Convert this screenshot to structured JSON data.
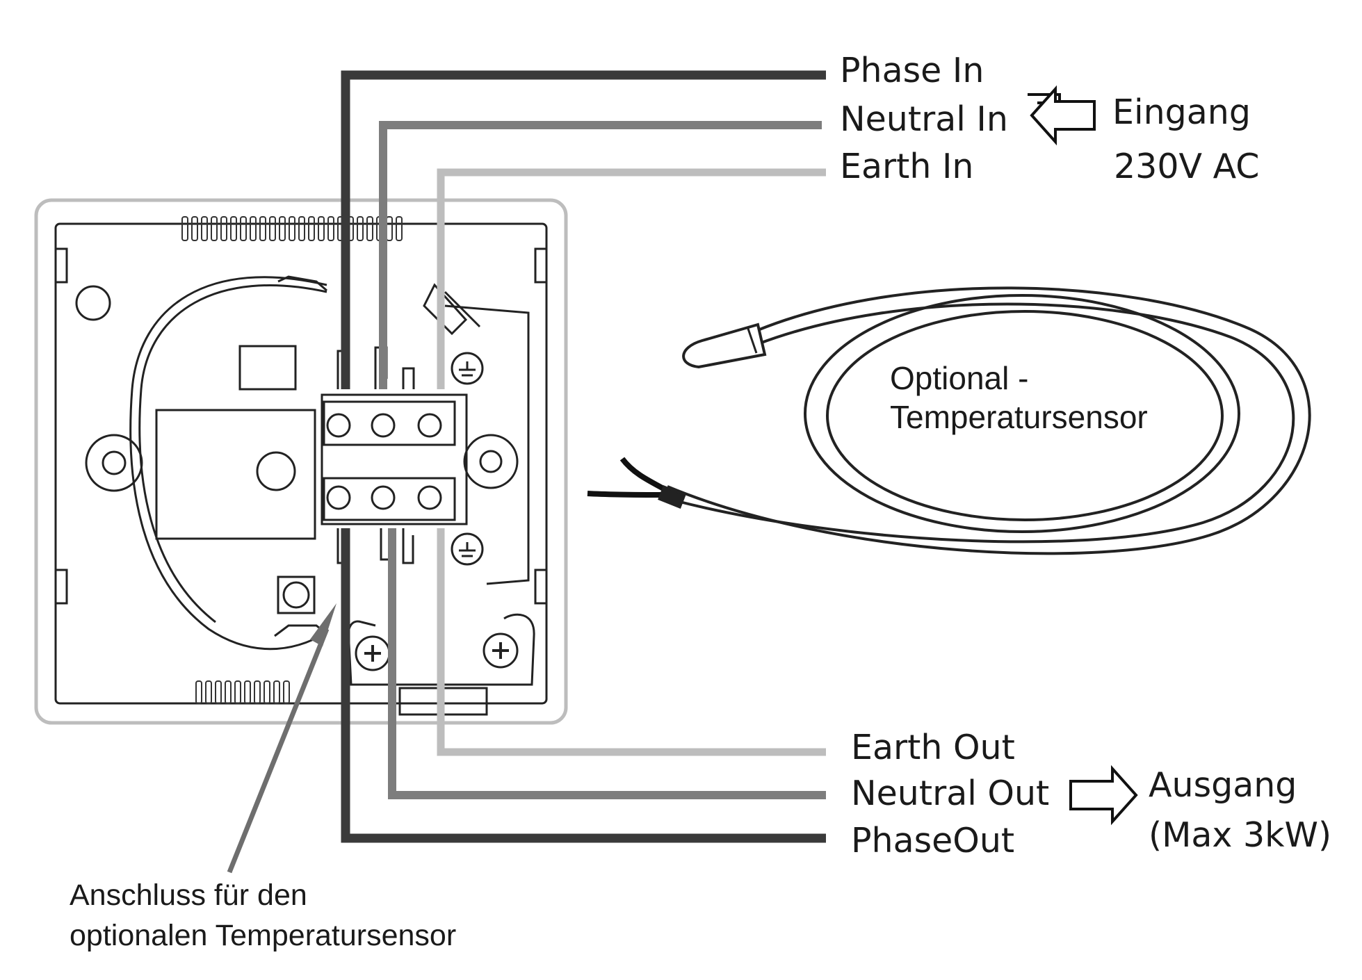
{
  "labels": {
    "phase_in": "Phase In",
    "neutral_in": "Neutral In",
    "earth_in": "Earth In",
    "eingang": "Eingang",
    "voltage": "230V AC",
    "sensor_line1": "Optional -",
    "sensor_line2": "Temperatursensor",
    "earth_out": "Earth Out",
    "neutral_out": "Neutral Out",
    "phase_out": "PhaseOut",
    "ausgang": "Ausgang",
    "max_power": "(Max 3kW)",
    "anschluss_line1": "Anschluss für den",
    "anschluss_line2": "optionalen Temperatursensor"
  },
  "colors": {
    "phase_wire": "#3a3a3a",
    "neutral_wire": "#7d7d7d",
    "earth_wire": "#bdbdbd",
    "pointer_arrow": "#6e6e6e",
    "line_art": "#222222"
  }
}
